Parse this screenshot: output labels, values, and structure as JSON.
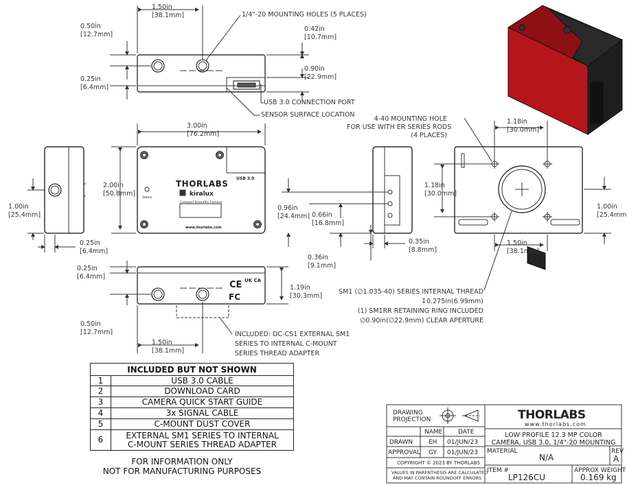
{
  "views": {
    "top": {
      "dim_width": [
        "1.50in",
        "[38.1mm]"
      ],
      "dim_left_h": [
        "0.50in",
        "[12.7mm]"
      ],
      "dim_left_low": [
        "0.25in",
        "[6.4mm]"
      ],
      "dim_right_top": [
        "0.42in",
        "[10.7mm]"
      ],
      "dim_right_h": [
        "0.90in",
        "[22.9mm]"
      ],
      "callout_holes": "1/4\"-20 MOUNTING HOLES (5 PLACES)",
      "callout_usb": "USB 3.0 CONNECTION PORT",
      "callout_sensor": "SENSOR SURFACE LOCATION"
    },
    "front": {
      "dim_width": [
        "3.00in",
        "[76.2mm]"
      ],
      "dim_height": [
        "2.00in",
        "[50.8mm]"
      ],
      "logo": "THORLABS",
      "brand": "kiralux",
      "subtitle": "Compact Scientific Camera",
      "usb_label": "USB 3.0",
      "status_label": "Status",
      "url": "www.thorlabs.com"
    },
    "left": {
      "dim_height": [
        "1.00in",
        "[25.4mm]"
      ],
      "dim_bottom": [
        "0.25in",
        "[6.4mm]"
      ]
    },
    "side": {
      "dim_096": [
        "0.96in",
        "[24.4mm]"
      ],
      "dim_066": [
        "0.66in",
        "[16.8mm]"
      ],
      "dim_036": [
        "0.36in",
        "[9.1mm]"
      ],
      "dim_035": [
        "0.35in",
        "[8.8mm]"
      ]
    },
    "back": {
      "callout_440": [
        "4-40 MOUNTING HOLE",
        "FOR USE WITH ER SERIES RODS",
        "(4 PLACES)"
      ],
      "dim_top": [
        "1.18in",
        "[30.0mm]"
      ],
      "dim_left": [
        "1.18in",
        "[30.0mm]"
      ],
      "dim_right": [
        "1.00in",
        "[25.4mm]"
      ],
      "dim_bottom": [
        "1.50in",
        "[38.1mm]"
      ],
      "callout_sm1": [
        "SM1 (∅1.035-40) SERIES INTERNAL THREAD",
        "↧0.275in(6.99mm)",
        "(1) SM1RR RETAINING RING INCLUDED",
        "∅0.90in(∅22.9mm) CLEAR APERTURE"
      ]
    },
    "bottom": {
      "dim_top": [
        "0.25in",
        "[6.4mm]"
      ],
      "dim_right": [
        "1.19in",
        "[30.3mm]"
      ],
      "dim_left": [
        "0.50in",
        "[12.7mm]"
      ],
      "dim_width": [
        "1.50in",
        "[38.1mm]"
      ],
      "callout_adapter": [
        "INCLUDED: DC-CS1 EXTERNAL SM1",
        "SERIES TO INTERNAL C-MOUNT",
        "SERIES THREAD ADAPTER"
      ],
      "mark_ce": "CE",
      "mark_uk": "UK CA",
      "mark_fc": "FC"
    }
  },
  "included": {
    "title": "INCLUDED BUT NOT SHOWN",
    "rows": [
      {
        "n": "1",
        "item": "USB 3.0 CABLE"
      },
      {
        "n": "2",
        "item": "DOWNLOAD CARD"
      },
      {
        "n": "3",
        "item": "CAMERA QUICK START GUIDE"
      },
      {
        "n": "4",
        "item": "3x SIGNAL CABLE"
      },
      {
        "n": "5",
        "item": "C-MOUNT DUST COVER"
      },
      {
        "n": "6",
        "item": "EXTERNAL SM1 SERIES TO INTERNAL C-MOUNT SERIES THREAD ADAPTER"
      }
    ]
  },
  "note": [
    "FOR INFORMATION ONLY",
    "NOT FOR MANUFACTURING PURPOSES"
  ],
  "title_block": {
    "projection_label": [
      "DRAWING",
      "PROJECTION"
    ],
    "name_header": "NAME",
    "date_header": "DATE",
    "drawn_label": "DRAWN",
    "drawn_name": "EH",
    "drawn_date": "01/JUN/23",
    "approval_label": "APPROVAL",
    "approval_name": "GY",
    "approval_date": "01/JUN/23",
    "copyright": "COPYRIGHT © 2023 BY THORLABS",
    "disclaimer": [
      "VALUES IN PARENTHESIS ARE CALCULATED",
      "AND MAY CONTAIN ROUNDOFF ERRORS"
    ],
    "logo": "THORLABS",
    "url": "www.thorlabs.com",
    "description": [
      "LOW PROFILE 12.3 MP COLOR",
      "CAMERA, USB 3.0, 1/4\"-20 MOUNTING"
    ],
    "material_label": "MATERIAL",
    "material_value": "N/A",
    "rev_label": "REV",
    "rev_value": "A",
    "item_label": "ITEM #",
    "item_value": "LP126CU",
    "weight_label": "APPROX WEIGHT",
    "weight_value": "0.169 kg"
  },
  "colors": {
    "line": "#333333",
    "camera_red": "#b5161b",
    "camera_dark": "#222222"
  }
}
